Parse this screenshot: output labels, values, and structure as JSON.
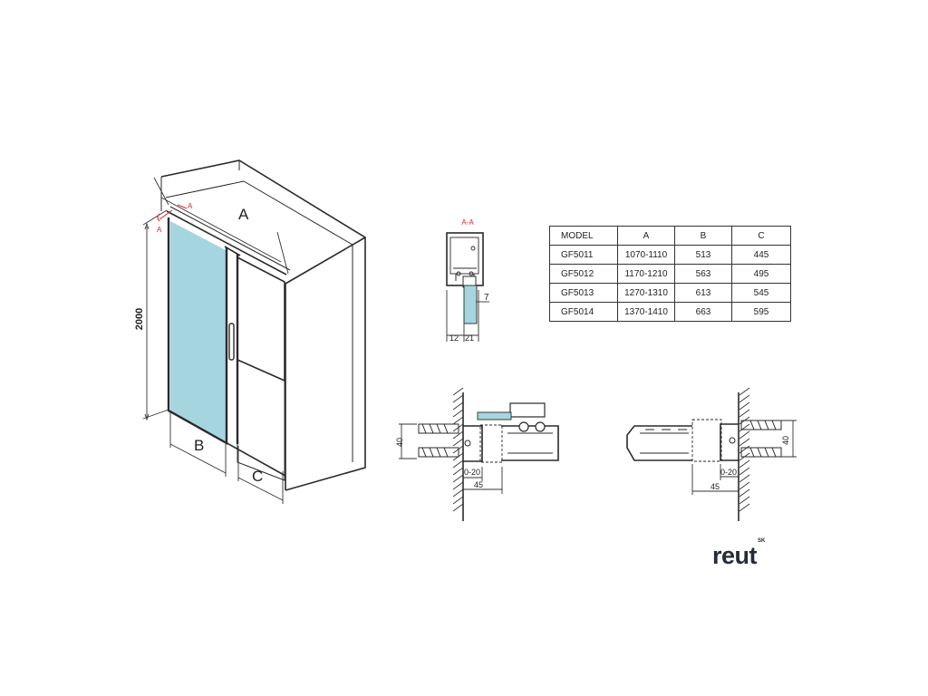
{
  "iso_view": {
    "dim_a": "A",
    "dim_b": "B",
    "dim_c": "C",
    "height": "2000",
    "section_marker": "A",
    "section_marker_left": "A"
  },
  "section": {
    "title": "A-A",
    "dim_gap": "7",
    "dim_left": "12",
    "dim_right": "21"
  },
  "table": {
    "headers": [
      "MODEL",
      "A",
      "B",
      "C"
    ],
    "rows": [
      [
        "GF5011",
        "1070-1110",
        "513",
        "445"
      ],
      [
        "GF5012",
        "1170-1210",
        "563",
        "495"
      ],
      [
        "GF5013",
        "1270-1310",
        "613",
        "545"
      ],
      [
        "GF5014",
        "1370-1410",
        "663",
        "595"
      ]
    ]
  },
  "detail_left": {
    "height": "40",
    "adjust": "0-20",
    "depth": "45"
  },
  "detail_right": {
    "height": "40",
    "adjust": "0-20",
    "depth": "45"
  },
  "logo": {
    "text": "reut",
    "suffix": "SK",
    "color": "#262b3a"
  },
  "colors": {
    "glass": "#a5d6df",
    "line": "#2a2a2a",
    "marker": "#d6262a"
  }
}
